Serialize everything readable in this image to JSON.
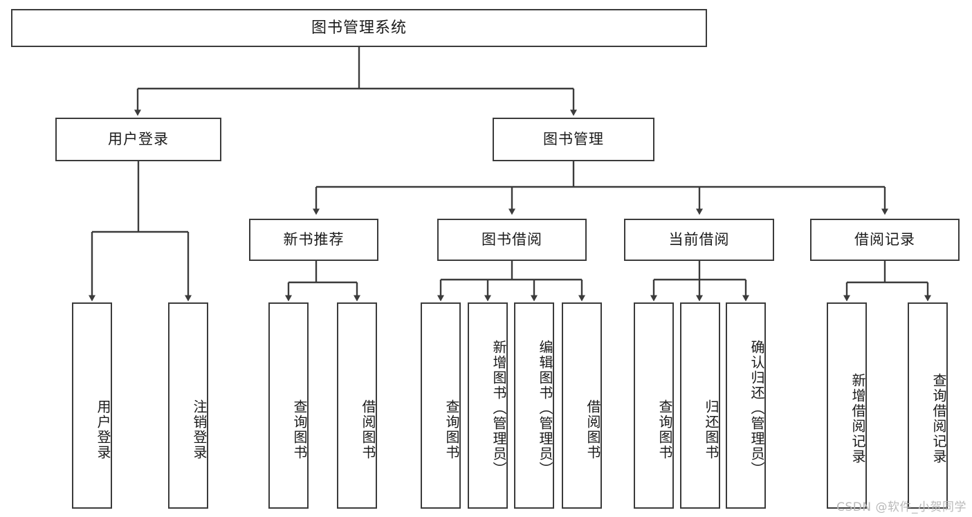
{
  "diagram": {
    "title": "图书管理系统",
    "type": "tree-hierarchy",
    "root": {
      "label": "图书管理系统"
    },
    "level1": [
      {
        "label": "用户登录"
      },
      {
        "label": "图书管理"
      }
    ],
    "level2": [
      {
        "label": "新书推荐",
        "parent": "图书管理"
      },
      {
        "label": "图书借阅",
        "parent": "图书管理"
      },
      {
        "label": "当前借阅",
        "parent": "图书管理"
      },
      {
        "label": "借阅记录",
        "parent": "图书管理"
      }
    ],
    "leaves": {
      "user_login": [
        {
          "label": "用户登录"
        },
        {
          "label": "注销登录"
        }
      ],
      "new_book_recommend": [
        {
          "label": "查询图书"
        },
        {
          "label": "借阅图书"
        }
      ],
      "book_borrow": [
        {
          "label": "查询图书"
        },
        {
          "label": "新增图书（管理员）"
        },
        {
          "label": "编辑图书（管理员）"
        },
        {
          "label": "借阅图书"
        }
      ],
      "current_borrow": [
        {
          "label": "查询图书"
        },
        {
          "label": "归还图书"
        },
        {
          "label": "确认归还（管理员）"
        }
      ],
      "borrow_record": [
        {
          "label": "新增借阅记录"
        },
        {
          "label": "查询借阅记录"
        }
      ]
    }
  },
  "watermark": {
    "text": "CSDN @软件_小贺同学"
  },
  "colors": {
    "stroke": "#3b3b3b",
    "text": "#1a1a1a",
    "background": "#ffffff",
    "watermark": "#b9b9b9"
  }
}
